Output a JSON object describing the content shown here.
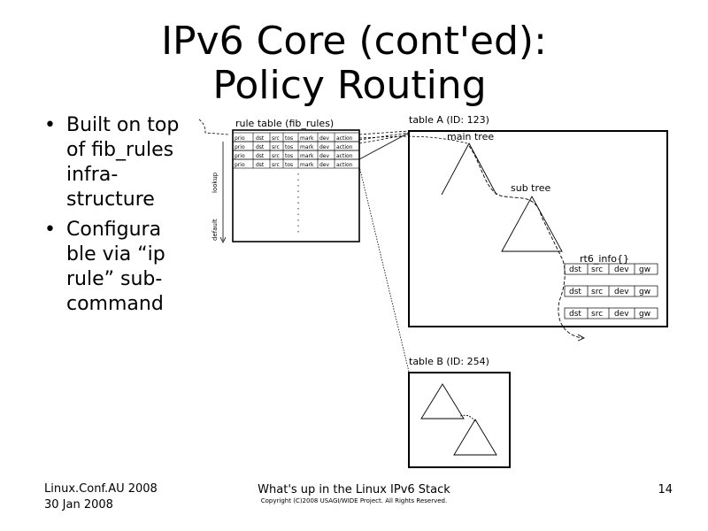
{
  "slide": {
    "title_line1": "IPv6 Core (cont'ed):",
    "title_line2": "Policy Routing",
    "bullets": [
      "Built on top of fib_rules infra-structure",
      "Configura ble via “ip rule” sub-command"
    ]
  },
  "diagram": {
    "rule_table_label": "rule table (fib_rules)",
    "rule_columns": [
      "prio",
      "dst",
      "src",
      "tos",
      "mark",
      "dev",
      "action"
    ],
    "table_a_label": "table A (ID: 123)",
    "main_tree_label": "main tree",
    "sub_tree_label": "sub tree",
    "rt6_info_label": "rt6_info{}",
    "rt6_columns": [
      "dst",
      "src",
      "dev",
      "gw"
    ],
    "table_b_label": "table B (ID: 254)",
    "side_labels": [
      "lookup",
      "default"
    ]
  },
  "footer": {
    "conference": "Linux.Conf.AU 2008",
    "date": "30 Jan 2008",
    "talk_title": "What's up in the Linux IPv6 Stack",
    "copyright": "Copyright (C)2008 USAGI/WIDE Project.  All Rights Reserved.",
    "page_number": "14"
  }
}
